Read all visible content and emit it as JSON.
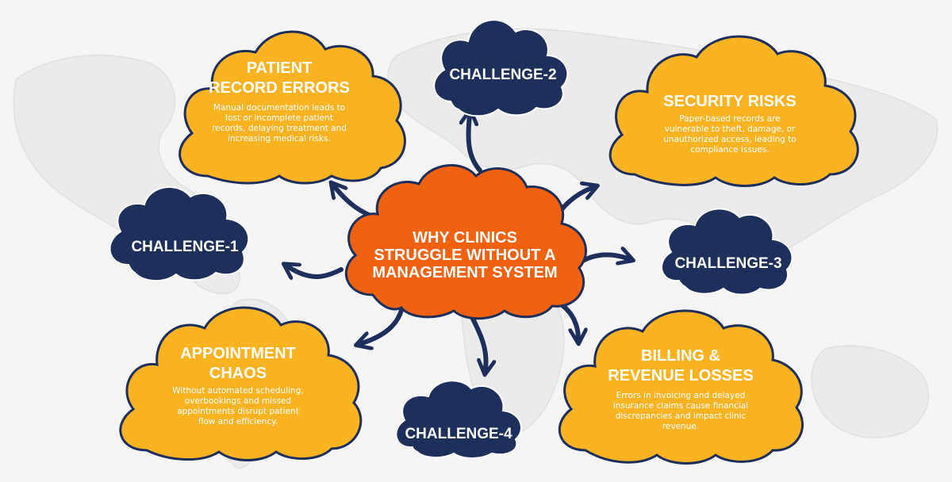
{
  "center": {
    "lines": [
      "WHY CLINICS",
      "STRUGGLE WITHOUT A",
      "MANAGEMENT SYSTEM"
    ]
  },
  "challenges": [
    {
      "id": "challenge-1",
      "label": "CHALLENGE-1"
    },
    {
      "id": "challenge-2",
      "label": "CHALLENGE-2"
    },
    {
      "id": "challenge-3",
      "label": "CHALLENGE-3"
    },
    {
      "id": "challenge-4",
      "label": "CHALLENGE-4"
    }
  ],
  "details": [
    {
      "id": "patient-record-errors",
      "title": [
        "PATIENT",
        "RECORD ERRORS"
      ],
      "body": [
        "Manual documentation leads to",
        "lost or incomplete patient",
        "records, delaying treatment and",
        "increasing medical risks."
      ]
    },
    {
      "id": "security-risks",
      "title": [
        "SECURITY RISKS"
      ],
      "body": [
        "Paper-based records are",
        "vulnerable to theft, damage, or",
        "unauthorized access, leading to",
        "compliance issues."
      ]
    },
    {
      "id": "appointment-chaos",
      "title": [
        "APPOINTMENT",
        "CHAOS"
      ],
      "body": [
        "Without automated scheduling,",
        "overbookings and missed",
        "appointments disrupt patient",
        "flow and efficiency."
      ]
    },
    {
      "id": "billing-revenue-losses",
      "title": [
        "BILLING &",
        "REVENUE LOSSES"
      ],
      "body": [
        "Errors in invoicing and delayed",
        "insurance claims cause financial",
        "discrepancies and impact clinic",
        "revenue."
      ]
    }
  ],
  "colors": {
    "navy": "#1d2f5a",
    "orange": "#f0620f",
    "yellow": "#fbb321",
    "background": "#f5f5f5"
  }
}
